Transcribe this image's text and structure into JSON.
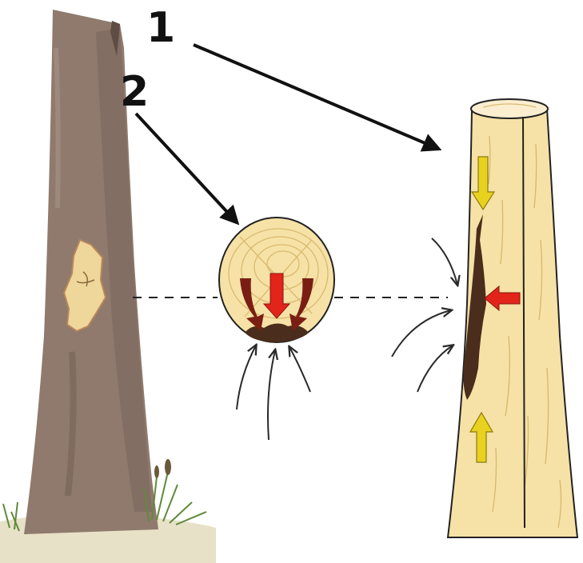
{
  "labels": {
    "label_1": "1",
    "label_2": "2"
  },
  "colors": {
    "background": "#ffffff",
    "bark": "#8f7a6d",
    "bark_dark": "#6f5d52",
    "wound": "#efd69a",
    "wood": "#f6e2a6",
    "wood_grain": "#d9b970",
    "decay": "#4a2d1c",
    "arrow_dark_red": "#7a1e14",
    "arrow_red": "#e3241b",
    "arrow_yellow": "#e8d21f",
    "grass": "#5f8a3a",
    "ink": "#111111"
  },
  "icons": [
    "tree-trunk",
    "cross-section-disc",
    "split-log",
    "pointer-arrow",
    "airflow-arrow",
    "decay-arrow"
  ]
}
